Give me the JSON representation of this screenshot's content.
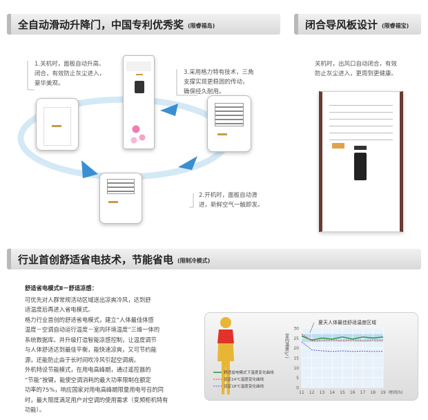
{
  "banner1": {
    "title": "全自动滑动升降门，中国专利优秀奖",
    "sub": "(限睿福岛)"
  },
  "banner2": {
    "title": "闭合导风板设计",
    "sub": "(限睿福宝)"
  },
  "banner3": {
    "title": "行业首创舒适省电技术，节能省电",
    "sub": "(限制冷模式)"
  },
  "notes": {
    "n1": [
      "1.关机时，面板自动升高、",
      "闭合，有效防止灰尘进入，",
      "豪华美观。"
    ],
    "n3": [
      "3.采用格力特有技术，三角",
      "支撑实现更稳固的传动，",
      "确保经久耐用。"
    ],
    "n2": [
      "2.开机时，面板自动滑",
      "进，新鲜空气一触即发。"
    ],
    "right": [
      "关机时，出风口自动闭合，有效",
      "防止灰尘进入，更周到更健康。"
    ]
  },
  "section3": {
    "heading": "舒适省电模式Ⅱ－舒适凉感：",
    "lines": [
      "可优先对人群常规活动区域送出凉爽冷风，达到舒",
      "适温度后再进入省电模式。",
      "格力行业首创的舒适省电模式，建立“人体最佳体感",
      "温度－空调自动运行温度－室内环境温度”三维一体的",
      "系统数据库。并升级打造智能凉感控制，让温度调节",
      "与人体舒适达到最佳平衡，能快速凉爽，又可节约能",
      "源，还能防止由于长时间吹冷风引起空调病。",
      "外机特设节能模式，在用电高峰期，通过遥控器的",
      "“节能”按键，能使空调消耗的最大功率限制在额定",
      "功率的75%，响应国家对用电高峰期限量用电号召的同",
      "时，最大限度满足用户对空调的使用需求（变频柜机特有",
      "功能）。"
    ]
  },
  "chart_data": {
    "type": "line",
    "title": "夏天人体最佳舒适温度区域",
    "ylabel": "室内温度(℃)",
    "xlabel": "时间(h)",
    "categories": [
      "11",
      "12",
      "13",
      "14",
      "15",
      "16",
      "17",
      "18",
      "19"
    ],
    "ylim": [
      0,
      30
    ],
    "yticks": [
      0,
      5,
      10,
      15,
      20,
      25,
      30
    ],
    "comfort_band": [
      23,
      27
    ],
    "series": [
      {
        "name": "舒适省电模式下温度变化曲线",
        "color": "#2f9a4a",
        "values": [
          26,
          24,
          25,
          24.5,
          25.5,
          24.5,
          25.5,
          25,
          25.5
        ]
      },
      {
        "name": "设定24℃温度变化曲线",
        "color": "#c9443a",
        "values": [
          27,
          23.5,
          23.8,
          24,
          23.7,
          24,
          23.6,
          24,
          23.8
        ]
      },
      {
        "name": "设定18℃温度变化曲线",
        "color": "#5a5ab0",
        "values": [
          23,
          19,
          18.5,
          18.2,
          18.5,
          18.2,
          18.4,
          18.2,
          18.3
        ]
      }
    ]
  }
}
